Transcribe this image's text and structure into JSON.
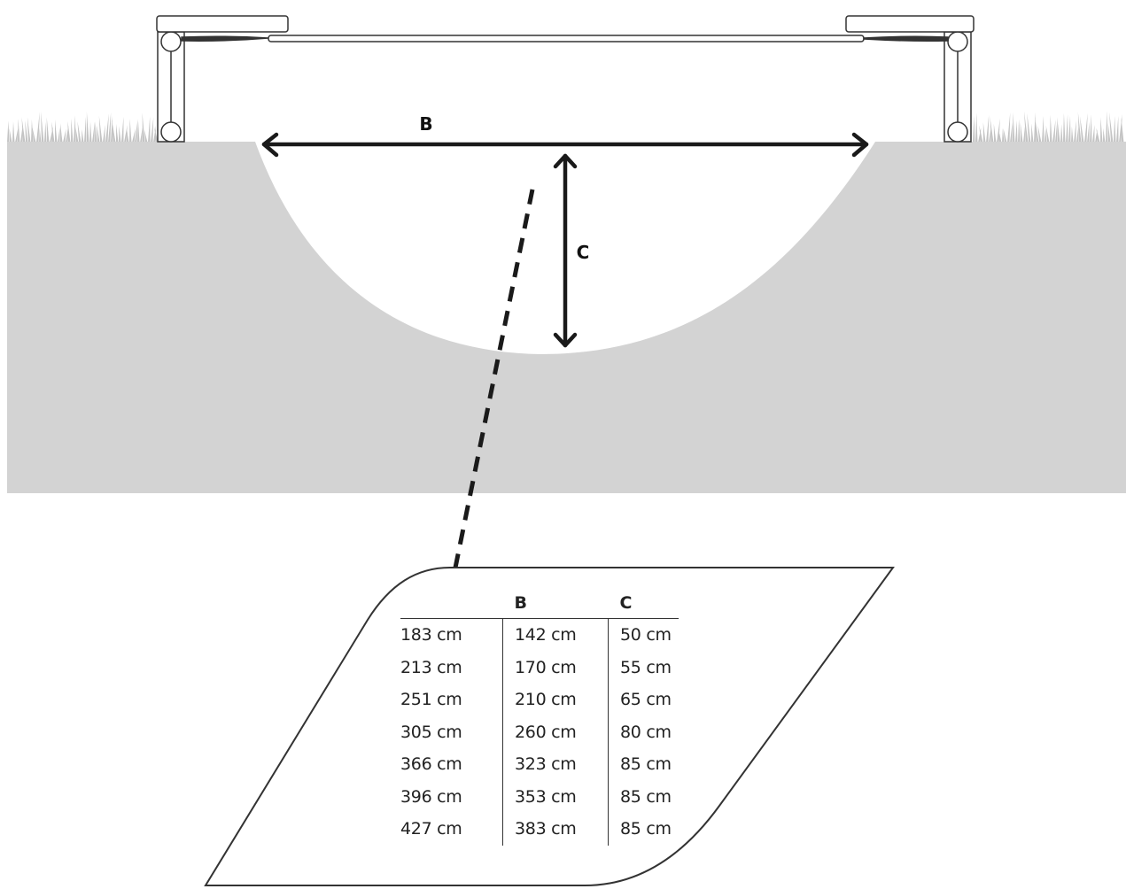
{
  "diagram": {
    "label_b": "B",
    "label_c": "C",
    "colors": {
      "ground": "#d3d3d3",
      "grass": "#c4c4c4",
      "line": "#1a1a1a",
      "frame_stroke": "#333333"
    }
  },
  "table": {
    "headers": [
      "",
      "B",
      "C"
    ],
    "rows": [
      [
        "183 cm",
        "142 cm",
        "50 cm"
      ],
      [
        "213 cm",
        "170 cm",
        "55 cm"
      ],
      [
        "251 cm",
        "210 cm",
        "65 cm"
      ],
      [
        "305 cm",
        "260 cm",
        "80 cm"
      ],
      [
        "366 cm",
        "323 cm",
        "85 cm"
      ],
      [
        "396 cm",
        "353 cm",
        "85 cm"
      ],
      [
        "427 cm",
        "383 cm",
        "85 cm"
      ]
    ]
  }
}
